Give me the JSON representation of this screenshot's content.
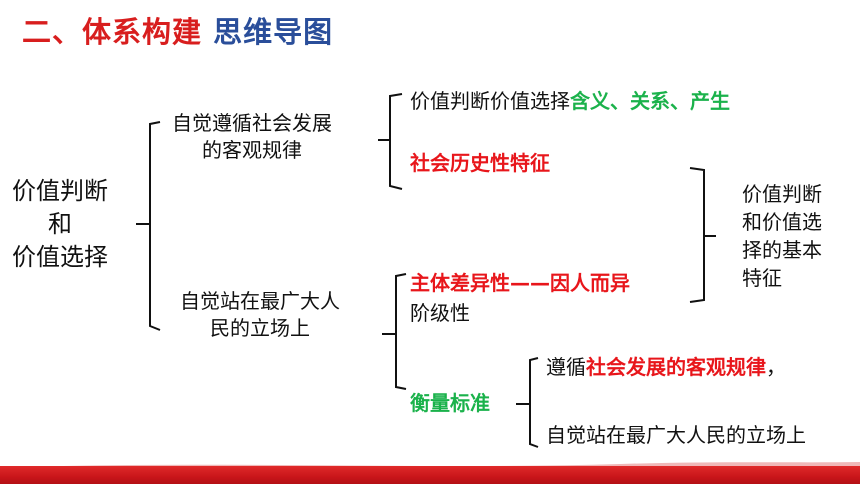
{
  "title": {
    "part1": "二、体系构建 ",
    "part2": "思维导图"
  },
  "root": {
    "line1": "价值判断",
    "line2": "和",
    "line3": "价值选择"
  },
  "branch1": {
    "line1": "自觉遵循社会发展",
    "line2": "的客观规律"
  },
  "branch1_items": {
    "item1_prefix": "价值判断价值选择",
    "item1_highlight": "含义、关系、产生",
    "item2": "社会历史性特征"
  },
  "branch2": {
    "line1": "自觉站在最广大人",
    "line2": "民的立场上"
  },
  "branch2_items": {
    "item1": "主体差异性——因人而异",
    "item2": "阶级性",
    "item3": "衡量标准"
  },
  "features": {
    "line1": "价值判断",
    "line2": "和价值选",
    "line3": "择的基本",
    "line4": "特征"
  },
  "standard_items": {
    "item1_prefix": "遵循",
    "item1_highlight": "社会发展的客观规律",
    "item1_suffix": "，",
    "item2": "自觉站在最广大人民的立场上"
  },
  "colors": {
    "title_red": "#d81e1e",
    "title_blue": "#2a4e9a",
    "highlight_red": "#e8161b",
    "highlight_green": "#1bb24b",
    "footer": "#c9151a"
  }
}
